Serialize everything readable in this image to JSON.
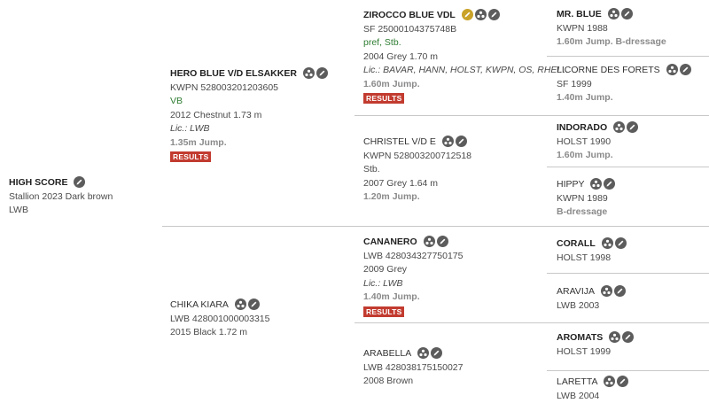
{
  "subject": {
    "name": "HIGH SCORE",
    "info": "Stallion 2023 Dark brown",
    "studbook": "LWB"
  },
  "sire": {
    "name": "HERO BLUE V/D ELSAKKER",
    "reg": "KWPN 528003201203605",
    "pred": "VB",
    "info": "2012 Chestnut 1.73 m",
    "lic": "Lic.: LWB",
    "perf": "1.35m Jump.",
    "results": "RESULTS"
  },
  "dam": {
    "name": "CHIKA KIARA",
    "reg": "LWB 428001000003315",
    "info": "2015 Black 1.72 m"
  },
  "ss": {
    "name": "ZIROCCO BLUE VDL",
    "reg": "SF 25000104375748B",
    "pred": "pref, Stb.",
    "info": "2004 Grey 1.70 m",
    "lic": "Lic.: BAVAR, HANN, HOLST, KWPN, OS, RHEI…",
    "perf": "1.60m Jump.",
    "results": "RESULTS"
  },
  "sd": {
    "name": "CHRISTEL V/D E",
    "reg": "KWPN 528003200712518",
    "pred": "Stb.",
    "info": "2007 Grey 1.64 m",
    "perf": "1.20m Jump."
  },
  "ds": {
    "name": "CANANERO",
    "reg": "LWB 428034327750175",
    "info": "2009 Grey",
    "lic": "Lic.: LWB",
    "perf": "1.40m Jump.",
    "results": "RESULTS"
  },
  "dd": {
    "name": "ARABELLA",
    "reg": "LWB 428038175150027",
    "info": "2008 Brown"
  },
  "sss": {
    "name": "MR. BLUE",
    "reg": "KWPN 1988",
    "perf": "1.60m Jump. B-dressage"
  },
  "ssd": {
    "name": "LICORNE DES FORETS",
    "reg": "SF 1999",
    "perf": "1.40m Jump."
  },
  "sds": {
    "name": "INDORADO",
    "reg": "HOLST 1990",
    "perf": "1.60m Jump."
  },
  "sdd": {
    "name": "HIPPY",
    "reg": "KWPN 1989",
    "perf": "B-dressage"
  },
  "dss": {
    "name": "CORALL",
    "reg": "HOLST 1998"
  },
  "dsd": {
    "name": "ARAVIJA",
    "reg": "LWB 2003"
  },
  "dds": {
    "name": "AROMATS",
    "reg": "HOLST 1999"
  },
  "ddd": {
    "name": "LARETTA",
    "reg": "LWB 2004"
  }
}
